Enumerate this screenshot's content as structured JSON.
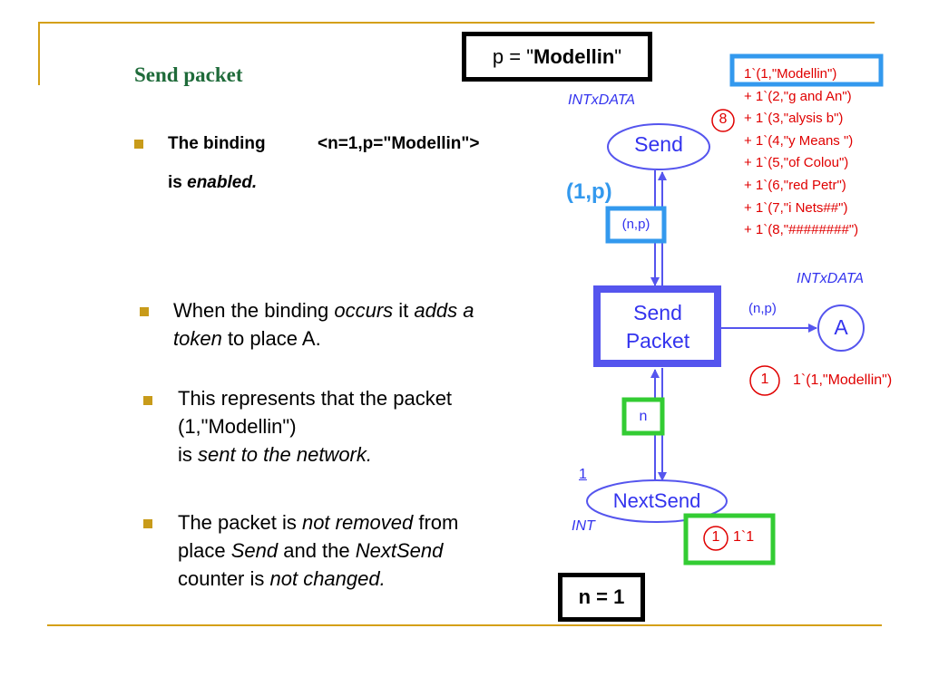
{
  "slide": {
    "title": "Send packet",
    "binding_bullet": {
      "line1_a": "The binding",
      "line1_b": "<n=1,p=\"Modellin\">",
      "line2_a": "is ",
      "line2_b": "enabled."
    },
    "bullet2": {
      "t1": "When the binding ",
      "t2": "occurs",
      "t3": " it ",
      "t4": "adds a",
      "t5": "token",
      "t6": " to place A."
    },
    "bullet3": {
      "l1": "This represents that the packet",
      "l2": "(1,\"Modellin\")",
      "l3a": "is ",
      "l3b": "sent to the network."
    },
    "bullet4": {
      "l1a": "The packet is ",
      "l1b": "not removed",
      "l1c": " from",
      "l2a": "place ",
      "l2b": "Send",
      "l2c": " and the ",
      "l2d": "NextSend",
      "l3a": "counter is ",
      "l3b": "not changed."
    }
  },
  "diagram": {
    "p_box": {
      "pre": "p = \"",
      "bold": "Modellin",
      "post": "\""
    },
    "n_box": "n = 1",
    "send_place": {
      "label": "Send",
      "type": "INTxDATA",
      "count": "8",
      "tokens": [
        "1`(1,\"Modellin\")",
        "+ 1`(2,\"g and An\")",
        "+ 1`(3,\"alysis b\")",
        "+ 1`(4,\"y Means \")",
        "+ 1`(5,\"of Colou\")",
        "+ 1`(6,\"red Petr\")",
        "+ 1`(7,\"i Nets##\")",
        "+ 1`(8,\"########\")"
      ]
    },
    "arc_send_out": "(n,p)",
    "arc_send_back": "(1,p)",
    "transition": {
      "line1": "Send",
      "line2": "Packet"
    },
    "arc_to_a": "(n,p)",
    "place_a": {
      "label": "A",
      "type": "INTxDATA",
      "count": "1",
      "token": "1`(1,\"Modellin\")"
    },
    "arc_n": "n",
    "nextsend": {
      "label": "NextSend",
      "type": "INT",
      "initial": "1",
      "count": "1",
      "token": "1`1"
    }
  },
  "colors": {
    "title_green": "#1f6b3a",
    "gold": "#d4a017",
    "net_blue": "#5555ee",
    "token_red": "#e00000",
    "highlight_blue": "#3399ee",
    "highlight_green": "#33cc33"
  }
}
